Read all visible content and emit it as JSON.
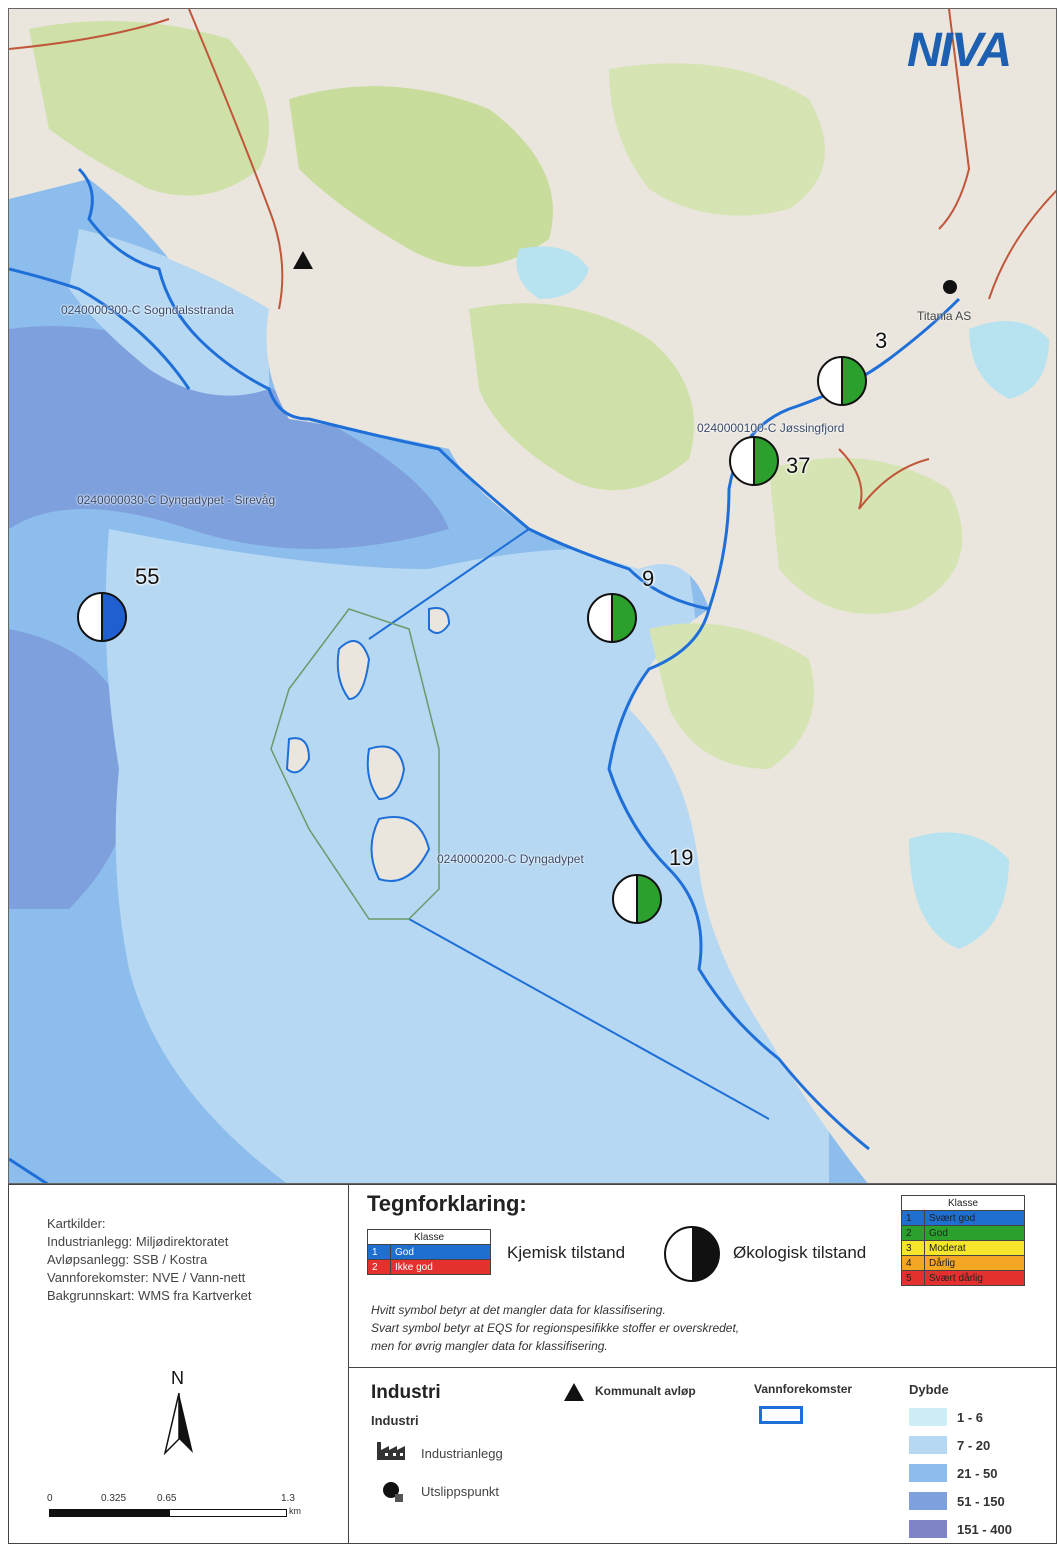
{
  "logo": "NIVA",
  "map": {
    "waterbodies": [
      {
        "id": "sogndal",
        "label": "0240000300-C Sogndalsstranda"
      },
      {
        "id": "jossing",
        "label": "0240000100-C Jøssingfjord"
      },
      {
        "id": "dyngadypet_sirevag",
        "label": "0240000030-C Dyngadypet - Sirevåg"
      },
      {
        "id": "dyngadypet",
        "label": "0240000200-C Dyngadypet"
      }
    ],
    "stations": [
      {
        "number": "3",
        "ecology_color": "#2ca02c"
      },
      {
        "number": "37",
        "ecology_color": "#2ca02c"
      },
      {
        "number": "55",
        "ecology_color": "#1f5fd0"
      },
      {
        "number": "9",
        "ecology_color": "#2ca02c"
      },
      {
        "number": "19",
        "ecology_color": "#2ca02c"
      }
    ],
    "site_label": "Titania AS"
  },
  "sources": {
    "lines": [
      "Kartkilder:",
      "Industrianlegg: Miljødirektoratet",
      "Avløpsanlegg: SSB / Kostra",
      "Vannforekomster: NVE / Vann-nett",
      "Bakgrunnskart: WMS fra Kartverket"
    ],
    "north": "N",
    "scale_ticks": [
      "0",
      "0.325",
      "0.65",
      "1.3"
    ],
    "scale_unit": "km"
  },
  "legend": {
    "title": "Tegnforklaring:",
    "chem": {
      "header": "Klasse",
      "rows": [
        {
          "n": "1",
          "label": "God",
          "color": "#1f6fd0"
        },
        {
          "n": "2",
          "label": "Ikke god",
          "color": "#e53030"
        }
      ],
      "caption": "Kjemisk tilstand"
    },
    "eco_caption": "Økologisk tilstand",
    "eco": {
      "header": "Klasse",
      "rows": [
        {
          "n": "1",
          "label": "Svært god",
          "color": "#1f6fd0"
        },
        {
          "n": "2",
          "label": "God",
          "color": "#2ca02c"
        },
        {
          "n": "3",
          "label": "Moderat",
          "color": "#f5e62c"
        },
        {
          "n": "4",
          "label": "Dårlig",
          "color": "#f5a623"
        },
        {
          "n": "5",
          "label": "Svært dårlig",
          "color": "#e53030"
        }
      ]
    },
    "notes": [
      "Hvitt symbol betyr at det mangler data for klassifisering.",
      "Svart symbol betyr at EQS for regionspesifikke stoffer er overskredet,",
      "men for øvrig mangler data for klassifisering."
    ]
  },
  "industry": {
    "title": "Industri",
    "subtitle": "Industri",
    "items": [
      "Industrianlegg",
      "Utslippspunkt"
    ],
    "sewage": "Kommunalt avløp",
    "waterbodies": "Vannforekomster",
    "depth_title": "Dybde",
    "depths": [
      {
        "label": "1 - 6",
        "color": "#cdeef4"
      },
      {
        "label": "7 - 20",
        "color": "#b7d8f2"
      },
      {
        "label": "21 - 50",
        "color": "#8dbdec"
      },
      {
        "label": "51 - 150",
        "color": "#7ea1dd"
      },
      {
        "label": "151 - 400",
        "color": "#7f84c8"
      }
    ]
  }
}
